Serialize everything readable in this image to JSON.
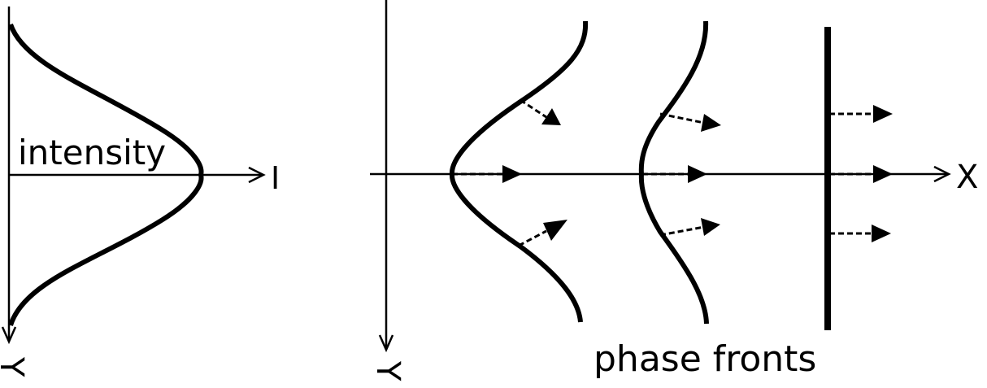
{
  "labels": {
    "intensity": "intensity",
    "phase_fronts": "phase fronts",
    "axis_i": "I",
    "axis_x": "X",
    "axis_y_left": "Y",
    "axis_y_right": "Y"
  },
  "colors": {
    "line": "#000000",
    "background": "#ffffff"
  }
}
